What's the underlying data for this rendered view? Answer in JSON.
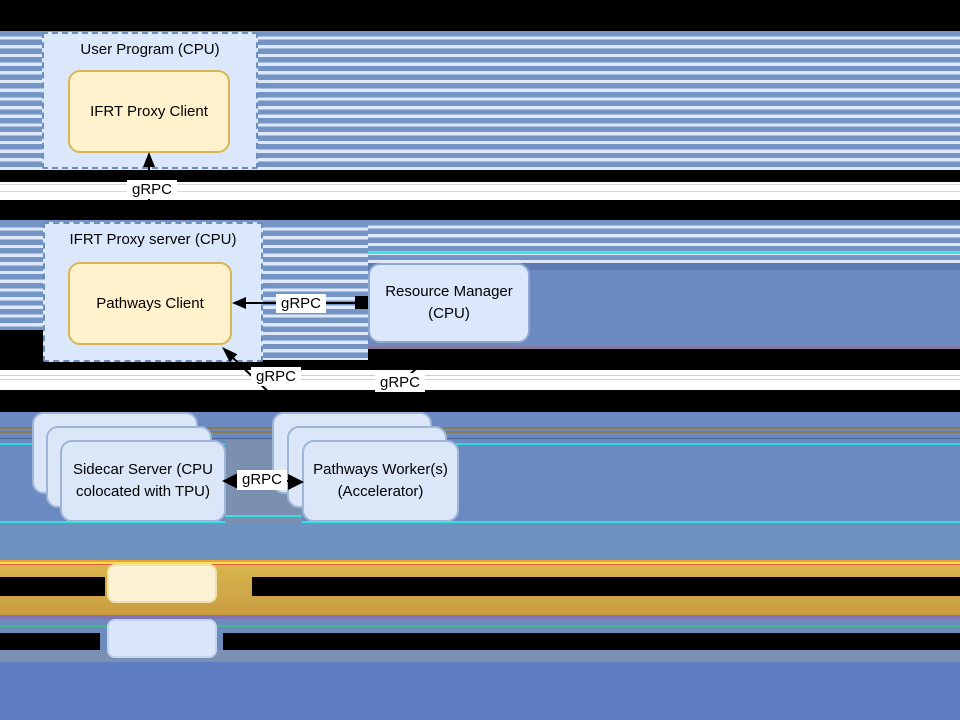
{
  "diagram": {
    "user_program": {
      "title": "User Program (CPU)",
      "inner_label": "IFRT Proxy Client"
    },
    "ifrt_proxy_server": {
      "title": "IFRT Proxy server (CPU)",
      "inner_label": "Pathways Client"
    },
    "resource_manager": {
      "line1": "Resource Manager",
      "line2": "(CPU)"
    },
    "sidecar_server": {
      "line1": "Sidecar Server (CPU",
      "line2": "colocated with TPU)"
    },
    "pathways_workers": {
      "line1": "Pathways Worker(s)",
      "line2": "(Accelerator)"
    },
    "connections": {
      "client_to_proxy_label": "gRPC",
      "rm_to_pathways_client_label": "gRPC",
      "workers_to_pathways_client_label": "gRPC",
      "workers_to_resource_manager_label": "gRPC",
      "sidecar_to_workers_label": "gRPC"
    }
  },
  "legend": {
    "items": [
      {
        "swatch": "yellow",
        "swatch_fill": "#fcf3d4",
        "text_visible": false
      },
      {
        "swatch": "blue",
        "swatch_fill": "#d9e5f8",
        "text_visible": false
      }
    ]
  },
  "colors": {
    "node_yellow_fill": "#fff2cc",
    "node_yellow_border": "#d6b656",
    "node_blue_fill": "#dbe8fb",
    "node_blue_border": "#6c8ebf",
    "stack_border": "#9fb6d9",
    "stripe_blue": "#7494c6",
    "stripe_light": "#dee8f8",
    "glitch_solid_blue": "#6b8ac1",
    "glitch_bottom_blue": "#5f7dc2",
    "glitch_gold": "#d4a94b",
    "glitch_cyan": "#35e0e0",
    "arrow": "#000000"
  }
}
